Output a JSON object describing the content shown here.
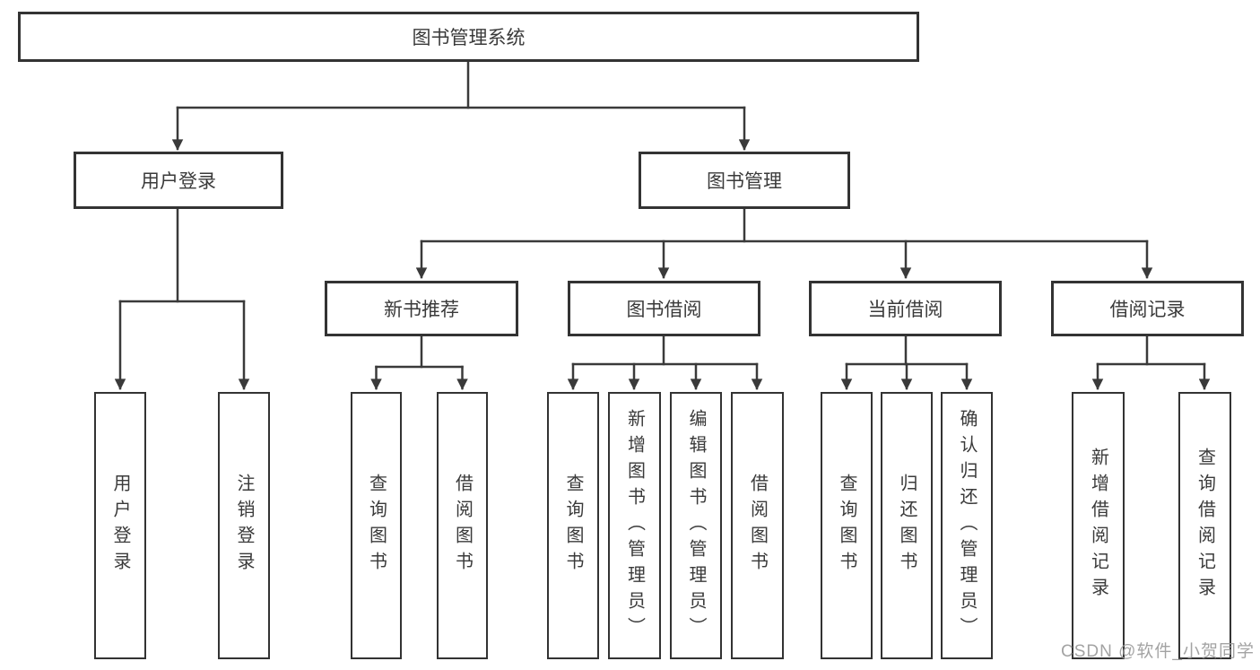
{
  "diagram": {
    "root": {
      "label": "图书管理系统"
    },
    "branches": [
      {
        "label": "用户登录",
        "children": [
          {
            "label": "用户登录"
          },
          {
            "label": "注销登录"
          }
        ]
      },
      {
        "label": "图书管理",
        "sections": [
          {
            "label": "新书推荐",
            "children": [
              {
                "label": "查询图书"
              },
              {
                "label": "借阅图书"
              }
            ]
          },
          {
            "label": "图书借阅",
            "children": [
              {
                "label": "查询图书"
              },
              {
                "label": "新增图书（管理员）"
              },
              {
                "label": "编辑图书（管理员）"
              },
              {
                "label": "借阅图书"
              }
            ]
          },
          {
            "label": "当前借阅",
            "children": [
              {
                "label": "查询图书"
              },
              {
                "label": "归还图书"
              },
              {
                "label": "确认归还（管理员）"
              }
            ]
          },
          {
            "label": "借阅记录",
            "children": [
              {
                "label": "新增借阅记录"
              },
              {
                "label": "查询借阅记录"
              }
            ]
          }
        ]
      }
    ]
  },
  "watermark": {
    "text": "CSDN @软件_小贺同学"
  },
  "colors": {
    "background": "#ffffff",
    "box_border": "#333333",
    "line": "#3a3a3a",
    "text": "#3a3a3a",
    "watermark": "#9b9b9b"
  }
}
